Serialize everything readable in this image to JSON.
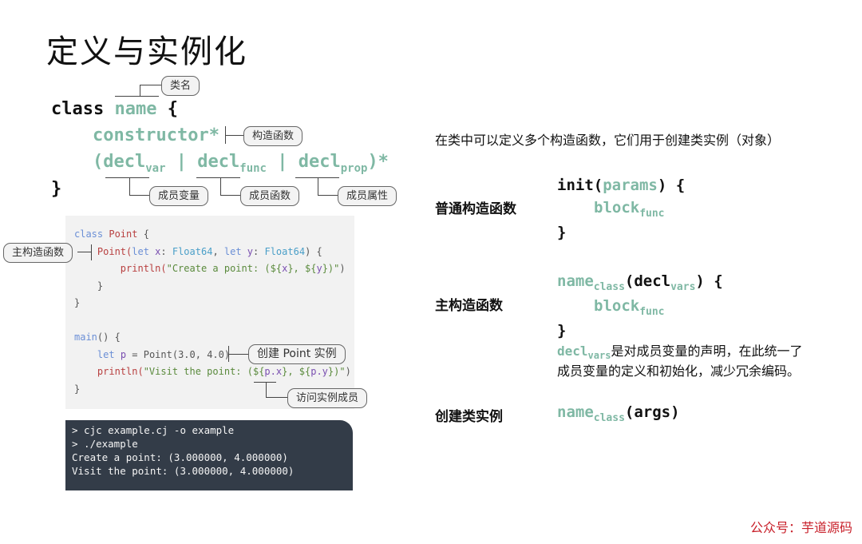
{
  "title": "定义与实例化",
  "syntax": {
    "class_kw": "class",
    "name": "name",
    "open_brace": "{",
    "constructor": "constructor*",
    "decl_open": "(decl",
    "var_sub": "var",
    "pipe1": "|",
    "decl2": "decl",
    "func_sub": "func",
    "pipe2": "|",
    "decl3": "decl",
    "prop_sub": "prop",
    "decl_close": ")*",
    "close_brace": "}"
  },
  "callouts": {
    "class_name": "类名",
    "constructor": "构造函数",
    "member_var": "成员变量",
    "member_func": "成员函数",
    "member_prop": "成员属性",
    "primary_ctor": "主构造函数",
    "create_instance": "创建 Point 实例",
    "access_member": "访问实例成员"
  },
  "code": {
    "l1_kw": "class",
    "l1_name": "Point",
    "l1_brace": " {",
    "l2_a": "Point(",
    "l2_let1": "let",
    "l2_x": " x",
    "l2_colon1": ": ",
    "l2_t1": "Float64",
    "l2_comma": ", ",
    "l2_let2": "let",
    "l2_y": " y",
    "l2_colon2": ": ",
    "l2_t2": "Float64",
    "l2_end": ") {",
    "l3_fn": "println(",
    "l3_s1": "\"Create a point: (${",
    "l3_x": "x",
    "l3_s2": "}, ${",
    "l3_y": "y",
    "l3_s3": "})\"",
    "l3_end": ")",
    "l4": "}",
    "l5": "}",
    "l6_fn": "main",
    "l6_end": "() {",
    "l7_let": "let",
    "l7_p": " p",
    "l7_rest": " = Point(3.0, 4.0)",
    "l8_fn": "println(",
    "l8_s1": "\"Visit the point: (${",
    "l8_px": "p.x",
    "l8_s2": "}, ${",
    "l8_py": "p.y",
    "l8_s3": "})\"",
    "l8_end": ")",
    "l9": "}"
  },
  "terminal": [
    "> cjc example.cj -o example",
    "> ./example",
    "Create a point: (3.000000, 4.000000)",
    "Visit the point: (3.000000, 4.000000)"
  ],
  "right": {
    "intro": "在类中可以定义多个构造函数，它们用于创建类实例（对象）",
    "normal_label": "普通构造函数",
    "normal_init": "init(",
    "normal_params": "params",
    "normal_end": ") {",
    "normal_block": "block",
    "normal_block_sub": "func",
    "normal_close": "}",
    "primary_label": "主构造函数",
    "primary_name": "name",
    "primary_name_sub": "class",
    "primary_open": "(decl",
    "primary_vars_sub": "vars",
    "primary_end": ") {",
    "primary_block": "block",
    "primary_block_sub": "func",
    "primary_close": "}",
    "desc_decl": "decl",
    "desc_sub": "vars",
    "desc_line1": "是对成员变量的声明，在此统一了",
    "desc_line2": "成员变量的定义和初始化，减少冗余编码。",
    "create_label": "创建类实例",
    "create_name": "name",
    "create_sub": "class",
    "create_args": "(args)"
  },
  "watermark": "公众号：芋道源码",
  "colors": {
    "accent_teal": "#7fb8a4",
    "terminal_bg": "#333c48",
    "watermark_red": "#c8202a"
  }
}
